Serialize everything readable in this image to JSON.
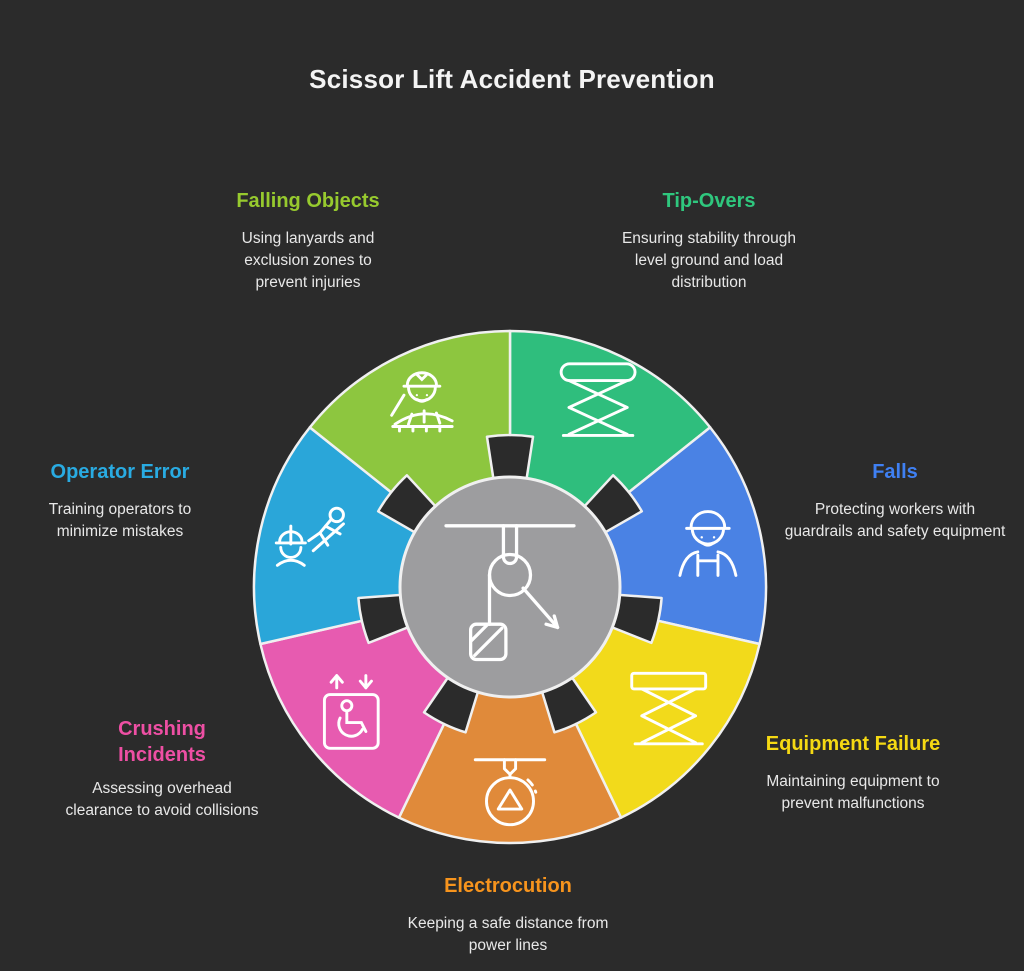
{
  "title": "Scissor Lift Accident Prevention",
  "background_color": "#2b2b2b",
  "wheel": {
    "outline_color": "#f0f0f0",
    "center": {
      "icon": "pulley-load-icon",
      "fill": "#9d9d9f",
      "icon_color": "#ffffff"
    },
    "segments": [
      {
        "id": "tip-overs",
        "heading": "Tip-Overs",
        "heading_color": "#2fc77e",
        "fill": "#2fbe7d",
        "icon": "scissor-lift-rounded-icon",
        "description": "Ensuring stability through level ground and load distribution"
      },
      {
        "id": "falls",
        "heading": "Falls",
        "heading_color": "#3f80f3",
        "fill": "#4a82e4",
        "icon": "worker-bust-icon",
        "description": "Protecting workers with guardrails and safety equipment"
      },
      {
        "id": "equipment-failure",
        "heading": "Equipment Failure",
        "heading_color": "#f5d913",
        "fill": "#f2da1b",
        "icon": "scissor-lift-flat-icon",
        "description": "Maintaining equipment to prevent malfunctions"
      },
      {
        "id": "electrocution",
        "heading": "Electrocution",
        "heading_color": "#f7941d",
        "fill": "#e08a3a",
        "icon": "hanging-hazard-gauge-icon",
        "description": "Keeping a safe distance from power lines"
      },
      {
        "id": "crushing-incidents",
        "heading": "Crushing Incidents",
        "heading_color": "#ee4fa4",
        "fill": "#e75bb0",
        "icon": "lift-cab-wheelchair-icon",
        "description": "Assessing overhead clearance to avoid collisions"
      },
      {
        "id": "operator-error",
        "heading": "Operator Error",
        "heading_color": "#29abe2",
        "fill": "#2aa6d9",
        "icon": "falling-worker-icon",
        "description": "Training operators to minimize mistakes"
      },
      {
        "id": "falling-objects",
        "heading": "Falling Objects",
        "heading_color": "#97ca2e",
        "fill": "#8dc63f",
        "icon": "seated-operator-icon",
        "description": "Using lanyards and exclusion zones to prevent injuries"
      }
    ]
  }
}
